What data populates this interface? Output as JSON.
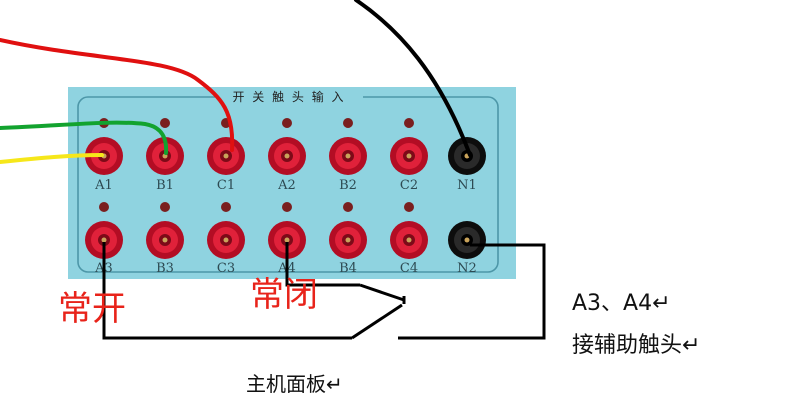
{
  "panel": {
    "title": "开 关 触 头 输 入",
    "row1_labels": [
      "A1",
      "B1",
      "C1",
      "A2",
      "B2",
      "C2",
      "N1"
    ],
    "row2_labels": [
      "A3",
      "B3",
      "C3",
      "A4",
      "B4",
      "C4",
      "N2"
    ]
  },
  "annotations": {
    "normally_open": "常开",
    "normally_closed": "常闭",
    "aux_line1": "A3、A4↵",
    "aux_line2": "接辅助触头↵",
    "caption": "主机面板↵"
  },
  "colors": {
    "panel_bg": "#8fd3e0",
    "panel_border": "#5aa7b8",
    "jack_red": "#c8102e",
    "jack_black": "#111111",
    "wire_red": "#e01010",
    "wire_green": "#13a32f",
    "wire_yellow": "#f6e71a",
    "wire_black": "#000000"
  }
}
